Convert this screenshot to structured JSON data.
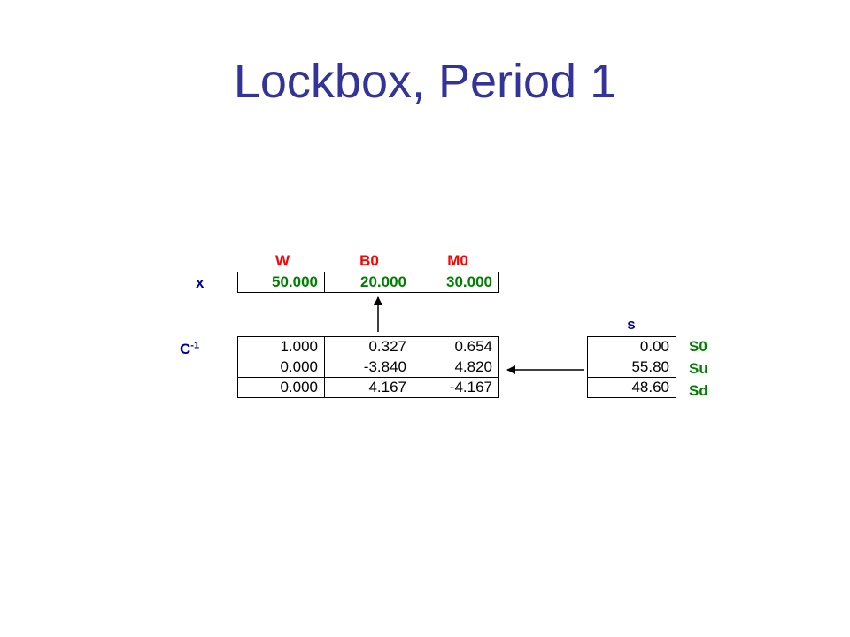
{
  "title": "Lockbox, Period 1",
  "headers": {
    "w": "W",
    "b0": "B0",
    "m0": "M0",
    "s": "s"
  },
  "row_labels": {
    "x": "x",
    "c_inverse_base": "C",
    "c_inverse_exp": "-1"
  },
  "x_row": [
    "50.000",
    "20.000",
    "30.000"
  ],
  "c_inverse": [
    [
      "1.000",
      "0.327",
      "0.654"
    ],
    [
      "0.000",
      "-3.840",
      "4.820"
    ],
    [
      "0.000",
      "4.167",
      "-4.167"
    ]
  ],
  "s_values": [
    "0.00",
    "55.80",
    "48.60"
  ],
  "s_labels": [
    "S0",
    "Su",
    "Sd"
  ],
  "colors": {
    "title": "#333399",
    "row_label": "#000099",
    "header": "#ff0000",
    "x_values": "#008000",
    "s_labels": "#008000",
    "grid_border": "#000000"
  }
}
